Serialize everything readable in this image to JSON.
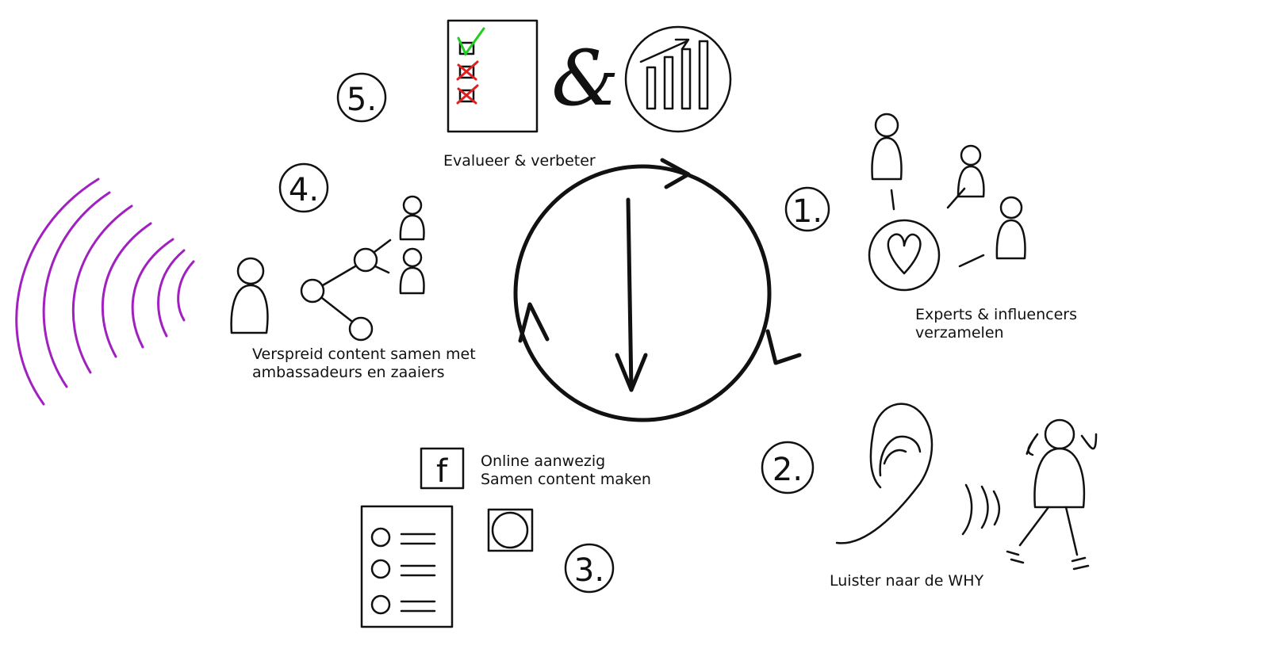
{
  "steps": [
    {
      "number": "1.",
      "label_lines": [
        "Experts & influencers",
        "verzamelen"
      ]
    },
    {
      "number": "2.",
      "label_lines": [
        "Luister naar de WHY"
      ]
    },
    {
      "number": "3.",
      "label_lines": [
        "Online aanwezig",
        "Samen content maken"
      ]
    },
    {
      "number": "4.",
      "label_lines": [
        "Verspreid content samen met",
        "ambassadeurs en zaaiers"
      ]
    },
    {
      "number": "5.",
      "label_lines": [
        "Evalueer & verbeter"
      ]
    }
  ],
  "icons": {
    "facebook_letter": "f",
    "ampersand": "&"
  },
  "colors": {
    "ink": "#111111",
    "broadcast_waves": "#a020c0",
    "check_green": "#22cc22",
    "cross_red": "#e02020"
  }
}
